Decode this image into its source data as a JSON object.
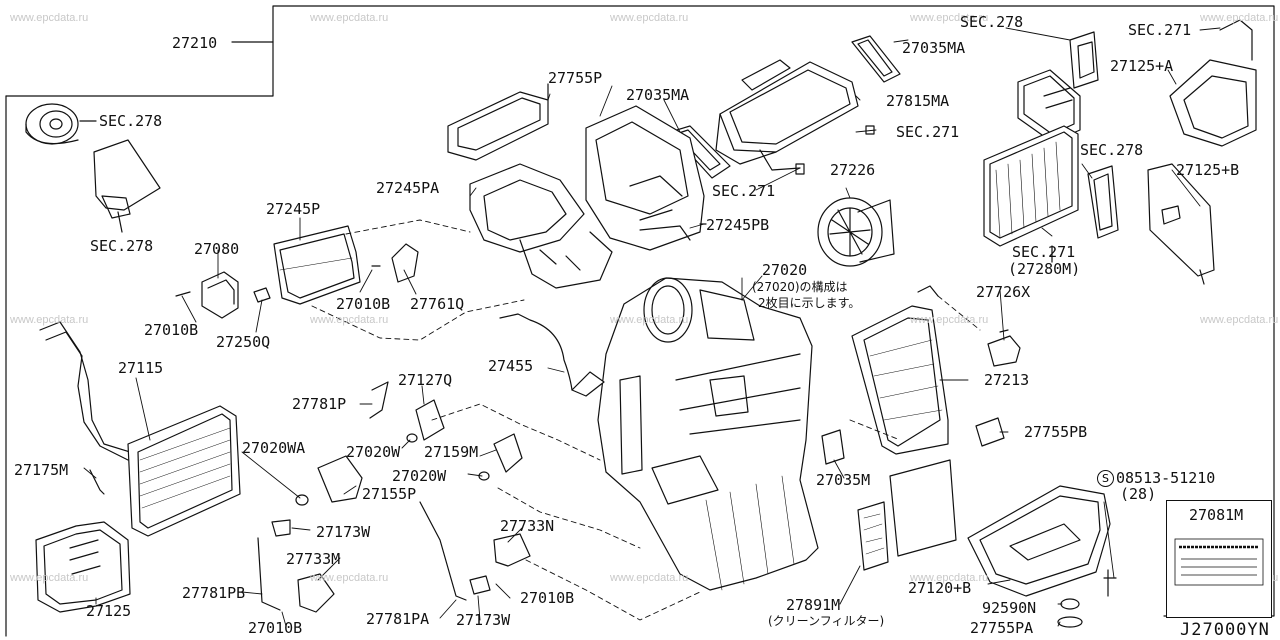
{
  "diagram_code": "J27000YN",
  "watermark_text": "www.epcdata.ru",
  "screw_symbol": "S",
  "labels": {
    "l27210": "27210",
    "sec278_a": "SEC.278",
    "sec278_b": "SEC.278",
    "l27755p": "27755P",
    "l27035ma_a": "27035MA",
    "l27035ma_b": "27035MA",
    "sec278_c": "SEC.278",
    "sec271_a": "SEC.271",
    "l27125a": "27125+A",
    "l27815ma": "27815MA",
    "sec271_b": "SEC.271",
    "l27245pa": "27245PA",
    "sec271_c": "SEC.271",
    "l27226": "27226",
    "sec278_d": "SEC.278",
    "l27125b": "27125+B",
    "l27245p": "27245P",
    "l27245pb": "27245PB",
    "l27080": "27080",
    "sec271_d": "SEC.271",
    "l27280m": "(27280M)",
    "l27020": "27020",
    "jp1": "(27020)の構成は",
    "jp2": "2枚目に示します。",
    "l27010b_a": "27010B",
    "l27761q": "27761Q",
    "l27010b_b": "27010B",
    "l27726x": "27726X",
    "l27250q": "27250Q",
    "l27115": "27115",
    "l27455": "27455",
    "l27213": "27213",
    "l27781p": "27781P",
    "l27127q": "27127Q",
    "l27755pb": "27755PB",
    "l27020wa": "27020WA",
    "l27020w_a": "27020W",
    "l27159m": "27159M",
    "l27175m": "27175M",
    "l27020w_b": "27020W",
    "l27035m": "27035M",
    "l08513": "08513-51210",
    "l28": "(28)",
    "l27155p": "27155P",
    "l27081m": "27081M",
    "l27173w_a": "27173W",
    "l27733n": "27733N",
    "l27733m": "27733M",
    "l27120b": "27120+B",
    "l27781pb": "27781PB",
    "l27010b_c": "27010B",
    "l27125": "27125",
    "l27891m": "27891M",
    "jp3": "(クリーンフィルター)",
    "l92590n": "92590N",
    "l27010b_d": "27010B",
    "l27781pa": "27781PA",
    "l27173w_b": "27173W",
    "l27755pa": "27755PA"
  }
}
